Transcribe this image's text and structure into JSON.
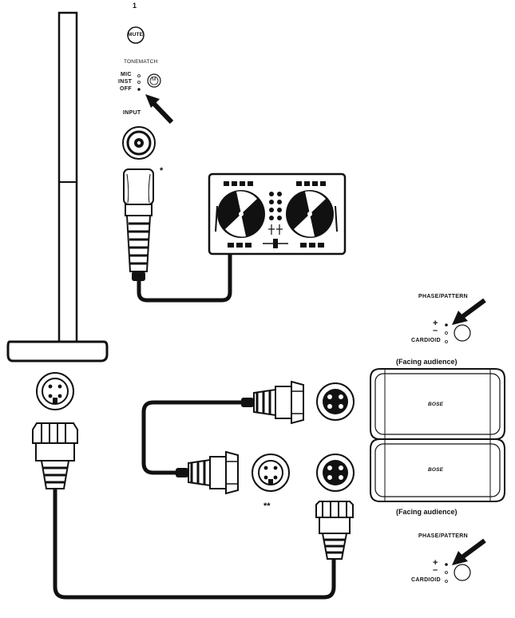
{
  "mixer": {
    "channel_number": "1",
    "mute_label": "MUTE",
    "tonematch_label": "TONEMATCH",
    "tonematch_symbol": "M",
    "mode_options": [
      "MIC",
      "INST",
      "OFF"
    ],
    "selected_mode": "OFF",
    "input_label": "INPUT"
  },
  "cable_note": "*",
  "sub_connector_note": "**",
  "top_speaker": {
    "phase_pattern_label": "PHASE/PATTERN",
    "plus_label": "+",
    "minus_label": "–",
    "cardioid_label": "CARDIOID",
    "facing_label": "(Facing audience)"
  },
  "bottom_speaker": {
    "phase_pattern_label": "PHASE/PATTERN",
    "plus_label": "+",
    "minus_label": "–",
    "cardioid_label": "CARDIOID",
    "facing_label": "(Facing audience)"
  },
  "speaker_brand": "BOSE",
  "colors": {
    "ink": "#111111",
    "paper": "#ffffff",
    "gray": "#cccccc"
  }
}
